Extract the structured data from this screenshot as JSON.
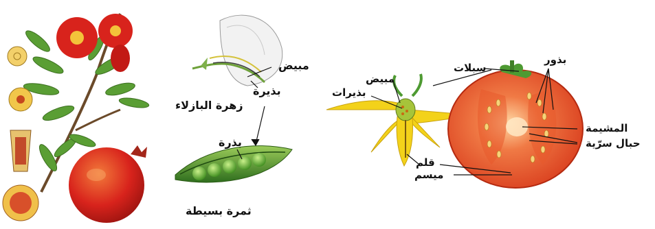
{
  "pea": {
    "ovary": "مبيض",
    "flower": "زهرة البازلاء",
    "ovule": "بذيرة",
    "seed": "بذرة",
    "fruit": "ثمرة بسيطة"
  },
  "tomato": {
    "sepals": "سبلات",
    "ovary": "مبيض",
    "ovules": "بذيرات",
    "style": "قلم",
    "stigma": "ميسم",
    "seeds": "بذور",
    "placenta": "المشيمة",
    "funiculi": "حبال سرّية"
  },
  "colors": {
    "tomato_red": "#e0421e",
    "petal_yellow": "#f3d21a",
    "leaf_green": "#4e9a32",
    "pea_green": "#5aa02c",
    "pomegranate_red": "#d8231c"
  }
}
